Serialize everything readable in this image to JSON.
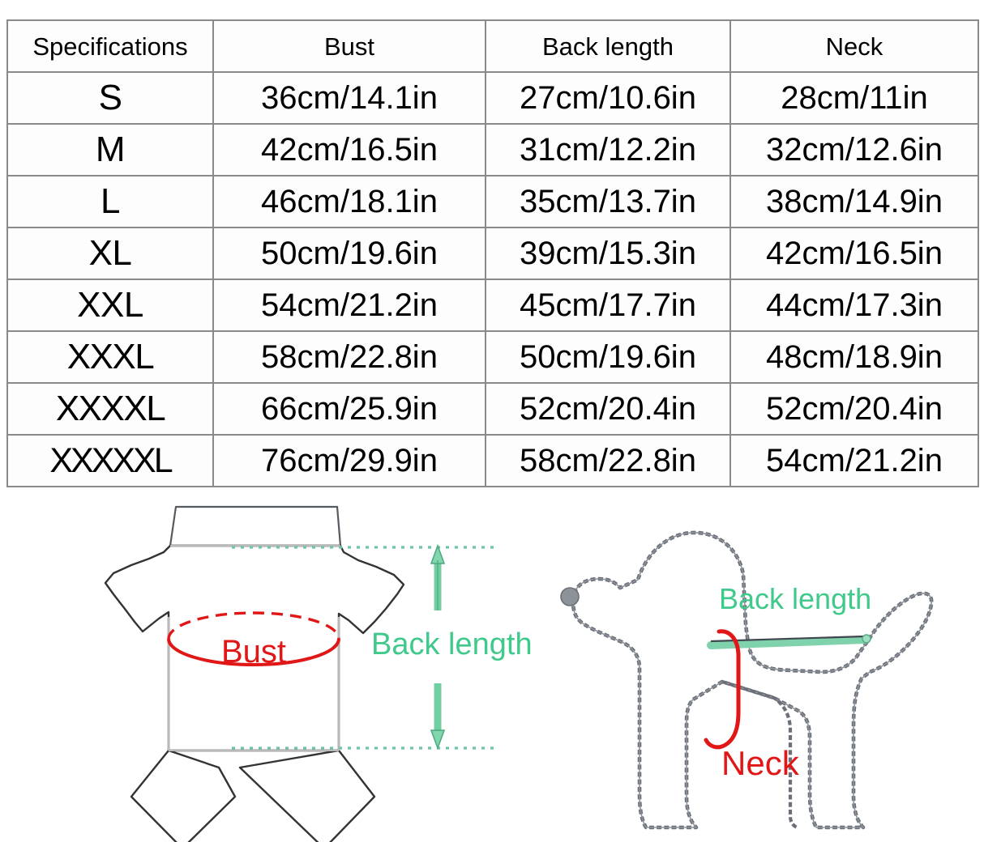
{
  "table": {
    "headers": [
      "Specifications",
      "Bust",
      "Back length",
      "Neck"
    ],
    "rows": [
      {
        "spec": "S",
        "bust": "36cm/14.1in",
        "back": "27cm/10.6in",
        "neck": "28cm/11in"
      },
      {
        "spec": "M",
        "bust": "42cm/16.5in",
        "back": "31cm/12.2in",
        "neck": "32cm/12.6in"
      },
      {
        "spec": "L",
        "bust": "46cm/18.1in",
        "back": "35cm/13.7in",
        "neck": "38cm/14.9in"
      },
      {
        "spec": "XL",
        "bust": "50cm/19.6in",
        "back": "39cm/15.3in",
        "neck": "42cm/16.5in"
      },
      {
        "spec": "XXL",
        "bust": "54cm/21.2in",
        "back": "45cm/17.7in",
        "neck": "44cm/17.3in"
      },
      {
        "spec": "XXXL",
        "bust": "58cm/22.8in",
        "back": "50cm/19.6in",
        "neck": "48cm/18.9in"
      },
      {
        "spec": "XXXXL",
        "bust": "66cm/25.9in",
        "back": "52cm/20.4in",
        "neck": "52cm/20.4in"
      },
      {
        "spec": "XXXXXL",
        "bust": "76cm/29.9in",
        "back": "58cm/22.8in",
        "neck": "54cm/21.2in"
      }
    ]
  },
  "diagrams": {
    "shirt": {
      "bust_label": "Bust",
      "back_length_label": "Back length"
    },
    "dog": {
      "back_length_label": "Back length",
      "neck_label": "Neck"
    }
  },
  "colors": {
    "measure_green": "#3fc98a",
    "measure_red": "#e11717",
    "outline_gray": "#555a60",
    "table_border": "#8a8a8a",
    "text_black": "#000000",
    "background": "#ffffff"
  }
}
